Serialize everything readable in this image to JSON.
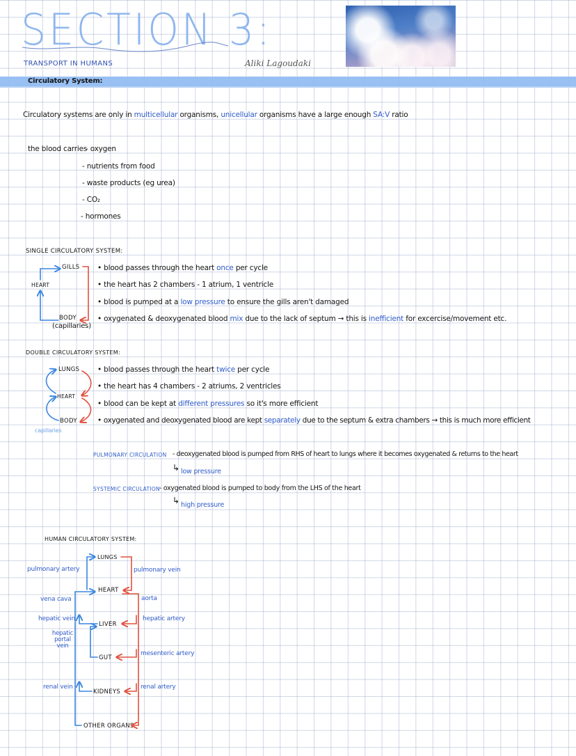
{
  "header": {
    "title": "SECTION 3:",
    "subtitle": "TRANSPORT IN HUMANS",
    "author": "Aliki Lagoudaki",
    "banner_heading": "Circulatory System:",
    "photo_alt": "cherry blossom sky image"
  },
  "intro": {
    "bullet_parts": [
      {
        "text": "Circulatory systems are only in ",
        "color": "black"
      },
      {
        "text": "multicellular",
        "color": "blue"
      },
      {
        "text": " organisms, ",
        "color": "black"
      },
      {
        "text": "unicellular",
        "color": "blue"
      },
      {
        "text": " organisms have a large enough ",
        "color": "black"
      },
      {
        "text": "SA:V",
        "color": "blue"
      },
      {
        "text": " ratio",
        "color": "black"
      }
    ]
  },
  "blood_carries": {
    "lead": "the blood carries",
    "items": [
      "- oxygen",
      "- nutrients from food",
      "- waste products (eg urea)",
      "- CO₂",
      "- hormones"
    ]
  },
  "single": {
    "heading": "SINGLE CIRCULATORY SYSTEM:",
    "diagram": {
      "top": "GILLS",
      "left": "HEART",
      "bottom": "BODY",
      "bottom_note": "(capillaries)"
    },
    "points": [
      {
        "parts": [
          {
            "text": "• blood passes through the heart ",
            "color": "black"
          },
          {
            "text": "once",
            "color": "blue"
          },
          {
            "text": " per cycle",
            "color": "black"
          }
        ]
      },
      {
        "parts": [
          {
            "text": "• the heart has 2 chambers - 1 atrium, 1 ventricle",
            "color": "black"
          }
        ]
      },
      {
        "parts": [
          {
            "text": "• blood is pumped at a ",
            "color": "black"
          },
          {
            "text": "low pressure",
            "color": "blue"
          },
          {
            "text": " to ensure the gills aren't damaged",
            "color": "black"
          }
        ]
      },
      {
        "parts": [
          {
            "text": "• oxygenated & deoxygenated blood ",
            "color": "black"
          },
          {
            "text": "mix",
            "color": "blue"
          },
          {
            "text": " due to the lack of septum → this is ",
            "color": "black"
          },
          {
            "text": "inefficient",
            "color": "blue"
          },
          {
            "text": " for excercise/movement etc.",
            "color": "black"
          }
        ]
      }
    ]
  },
  "double": {
    "heading": "DOUBLE CIRCULATORY SYSTEM:",
    "diagram": {
      "top": "LUNGS",
      "middle": "HEART",
      "bottom": "BODY",
      "note": "capillaries"
    },
    "points": [
      {
        "parts": [
          {
            "text": "• blood passes through the heart ",
            "color": "black"
          },
          {
            "text": "twice",
            "color": "blue"
          },
          {
            "text": " per cycle",
            "color": "black"
          }
        ]
      },
      {
        "parts": [
          {
            "text": "• the heart has 4 chambers - 2 atriums, 2 ventricles",
            "color": "black"
          }
        ]
      },
      {
        "parts": [
          {
            "text": "• blood can be kept at ",
            "color": "black"
          },
          {
            "text": "different pressures",
            "color": "blue"
          },
          {
            "text": " so it's more efficient",
            "color": "black"
          }
        ]
      },
      {
        "parts": [
          {
            "text": "• oxygenated and deoxygenated blood are kept ",
            "color": "black"
          },
          {
            "text": "separately",
            "color": "blue"
          },
          {
            "text": " due to the septum & extra chambers → this is much more efficient",
            "color": "black"
          }
        ]
      }
    ],
    "pulmonary": {
      "label": "PULMONARY CIRCULATION",
      "text": "- deoxygenated blood is pumped from RHS of heart to lungs where it becomes oxygenated & returns to the heart",
      "note": "low pressure"
    },
    "systemic": {
      "label": "SYSTEMIC CIRCULATION",
      "text": "- oxygenated blood is pumped to body from the LHS of the heart",
      "note": "high pressure"
    }
  },
  "human": {
    "heading": "HUMAN CIRCULATORY SYSTEM:",
    "organs": {
      "lungs": "LUNGS",
      "heart": "HEART",
      "liver": "LIVER",
      "gut": "GUT",
      "kidneys": "KIDNEYS",
      "other": "OTHER ORGANS"
    },
    "vessels": {
      "pulmonary_artery": "pulmonary artery",
      "pulmonary_vein": "pulmonary vein",
      "vena_cava": "vena cava",
      "aorta": "aorta",
      "hepatic_vein": "hepatic vein",
      "hepatic_artery": "hepatic artery",
      "hepatic_portal_vein": "hepatic portal vein",
      "mesenteric_artery": "mesenteric artery",
      "renal_vein": "renal vein",
      "renal_artery": "renal artery"
    }
  },
  "colors": {
    "blue_ink": "#2f5bc9",
    "red_ink": "#e0503f",
    "diagram_blue": "#3a86e0",
    "title_blue": "#8fb6ee",
    "banner": "#92bdf2"
  }
}
